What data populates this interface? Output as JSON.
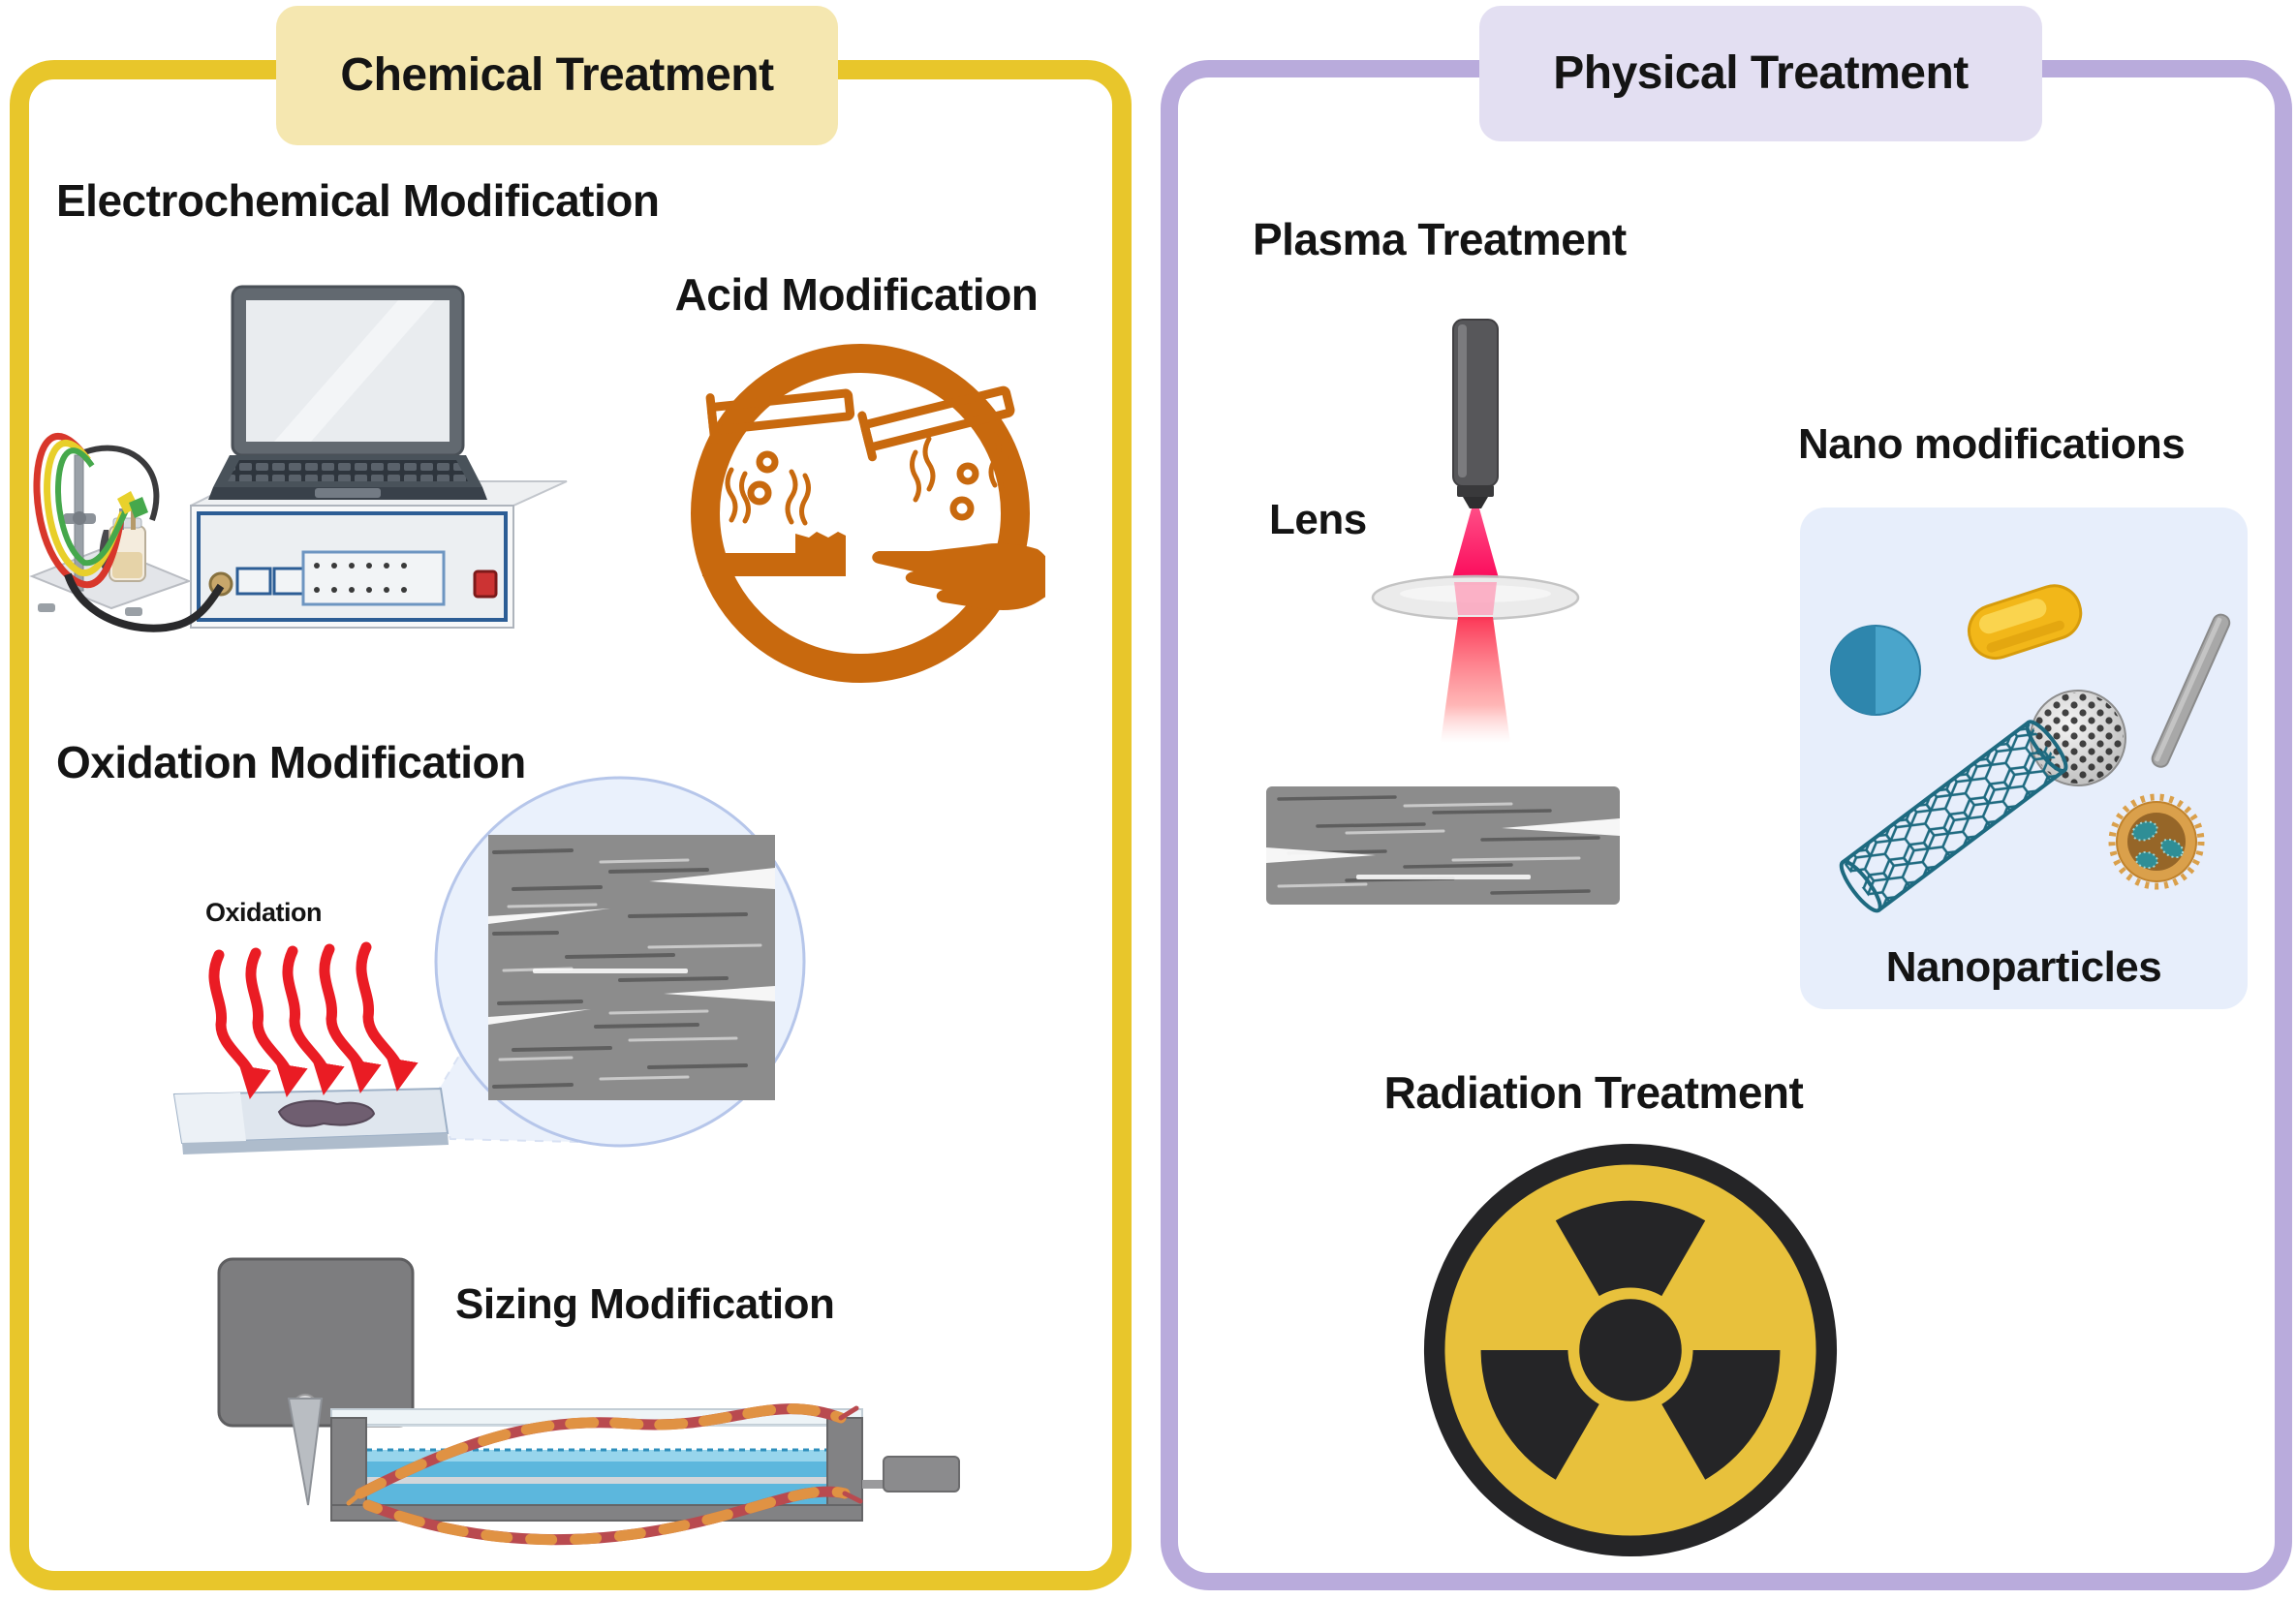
{
  "figure": {
    "chemical": {
      "title": "Chemical Treatment",
      "border_color": "#e8c62b",
      "header_bg": "#f5e7b0",
      "electrochemical_title": "Electrochemical Modification",
      "acid_title": "Acid Modification",
      "acid_icon_color": "#c8690e",
      "oxidation_title": "Oxidation Modification",
      "oxidation_label": "Oxidation",
      "oxidation_arrow_color": "#ea1c24",
      "sizing_title": "Sizing Modification"
    },
    "physical": {
      "title": "Physical Treatment",
      "border_color": "#b9abdc",
      "header_bg": "#e3dff2",
      "plasma_title": "Plasma Treatment",
      "lens_label": "Lens",
      "beam_color": "#fb0c5c",
      "nano_title": "Nano modifications",
      "nanoparticles_caption": "Nanoparticles",
      "nano_box_bg": "#e7eefb",
      "radiation_title": "Radiation Treatment",
      "radiation_yellow": "#e8c13c",
      "radiation_dark": "#252527"
    },
    "icons": {
      "electrochemical": "potentiostat-laptop-illustration",
      "acid": "corrosive-pictogram-icon",
      "oxidation": "oxidation-arrows-slide-magnifier-illustration",
      "sizing": "sizing-bath-illustration",
      "plasma": "plasma-torch-beam-lens-illustration",
      "nano": "nanoparticles-cluster-illustration",
      "radiation": "radiation-trefoil-icon"
    }
  }
}
